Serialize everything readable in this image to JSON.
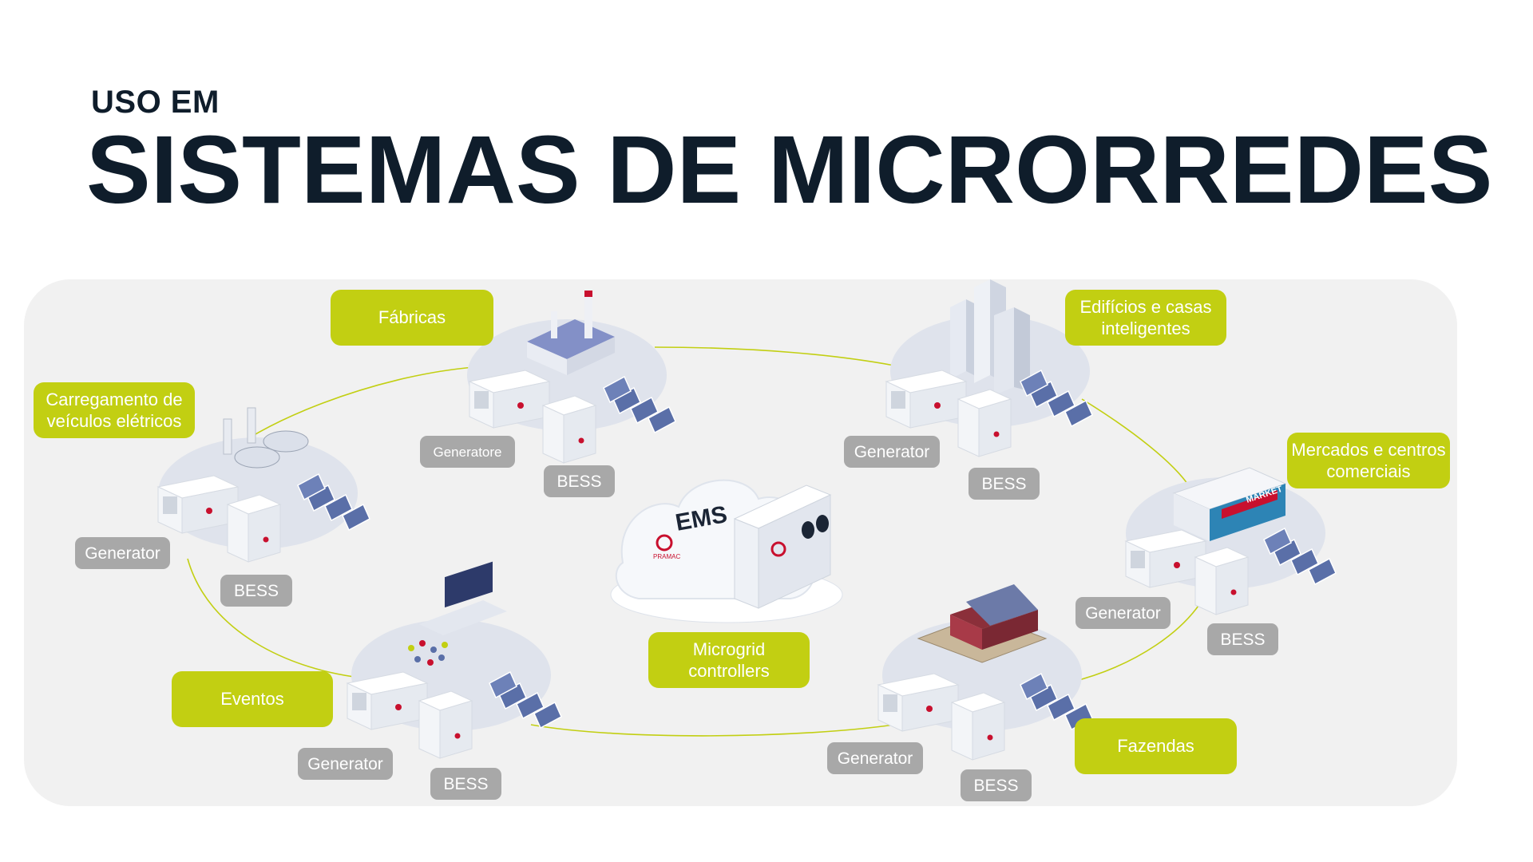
{
  "header": {
    "subtitle": "USO EM",
    "title": "SISTEMAS DE MICRORREDES"
  },
  "center": {
    "ems_text": "EMS",
    "logo_text": "PRAMAC",
    "label": "Microgrid controllers"
  },
  "nodes": {
    "fabricas": {
      "label": "Fábricas",
      "generator": "Generatore",
      "bess": "BESS"
    },
    "edificios": {
      "label": "Edifícios e casas inteligentes",
      "generator": "Generator",
      "bess": "BESS"
    },
    "carregamento": {
      "label": "Carregamento de veículos elétricos",
      "generator": "Generator",
      "bess": "BESS"
    },
    "mercados": {
      "label": "Mercados e centros comerciais",
      "sign": "MARKET",
      "generator": "Generator",
      "bess": "BESS"
    },
    "eventos": {
      "label": "Eventos",
      "generator": "Generator",
      "bess": "BESS"
    },
    "fazendas": {
      "label": "Fazendas",
      "generator": "Generator",
      "bess": "BESS"
    }
  },
  "colors": {
    "title": "#0f1d2b",
    "accent": "#c2cf12",
    "chip": "#a8a8a8",
    "panel": "#f1f1f1",
    "brand_red": "#c8102e"
  }
}
